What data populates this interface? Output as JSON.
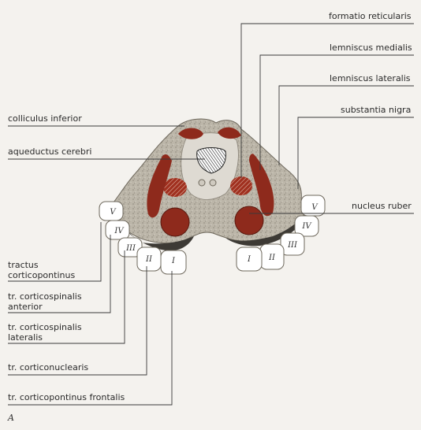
{
  "labels": {
    "formatio_reticularis": "formatio reticularis",
    "lemniscus_medialis": "lemniscus medialis",
    "lemniscus_lateralis": "lemniscus lateralis",
    "substantia_nigra": "substantia nigra",
    "nucleus_ruber": "nucleus ruber",
    "colliculus_inferior": "colliculus inferior",
    "aqueductus_cerebri": "aqueductus cerebri",
    "tractus_corticopontinus_1": "tractus",
    "tractus_corticopontinus_2": "corticopontinus",
    "corticospinalis_anterior_1": "tr. corticospinalis",
    "corticospinalis_anterior_2": "anterior",
    "corticospinalis_lateralis_1": "tr. corticospinalis",
    "corticospinalis_lateralis_2": "lateralis",
    "corticonuclearis": "tr. corticonuclearis",
    "corticopontinus_frontalis": "tr. corticopontinus frontalis"
  },
  "roman_numerals": [
    "I",
    "II",
    "III",
    "IV",
    "V"
  ],
  "figure_letter": "A",
  "colors": {
    "background": "#f4f2ee",
    "tissue": "#b9b3a6",
    "nucleus": "#8e2a1c",
    "leader_line": "#3a3a3a"
  }
}
